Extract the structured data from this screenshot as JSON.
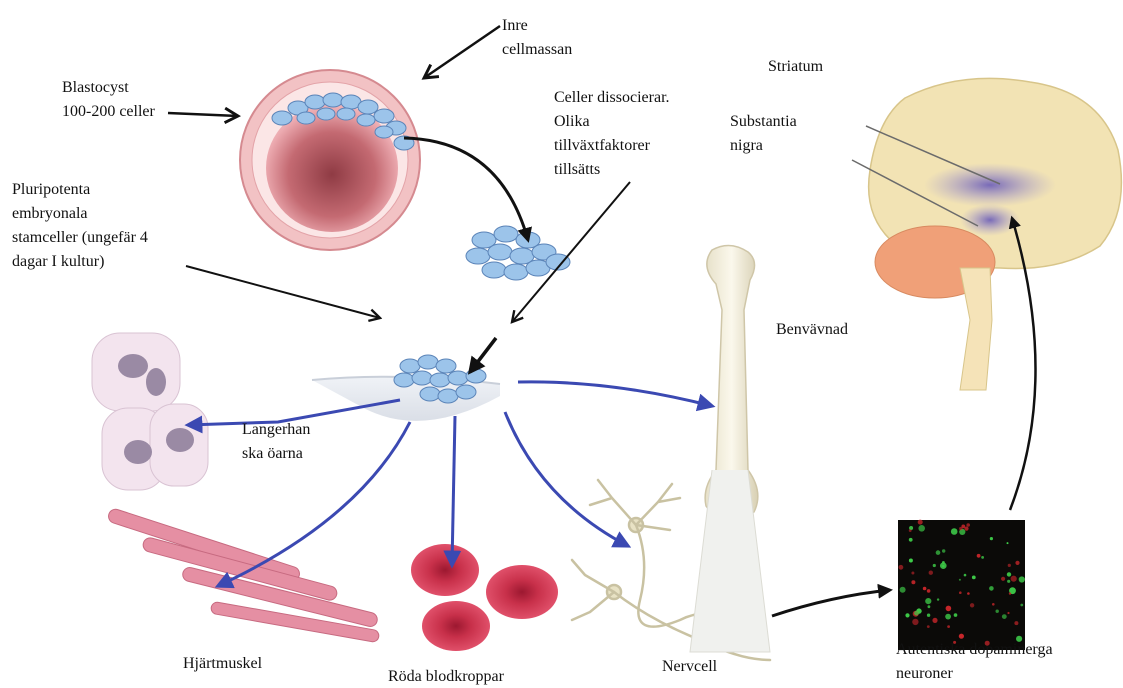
{
  "colors": {
    "blue_arrow": "#3b49b2",
    "black_arrow": "#111111",
    "cell_blue": "#9cc4ea",
    "blastocyst_pink": "#e79aa0",
    "blood_red": "#d93a56",
    "muscle_pink": "#e58fa3",
    "brain_yellow": "#f1e2b0",
    "cerebellum_orange": "#f0a078",
    "striatum_purple": "#8a7cc8"
  },
  "labels": {
    "inre_cellmassan": [
      "Inre",
      "cellmassan"
    ],
    "blastocyst": [
      "Blastocyst",
      "100-200 celler"
    ],
    "celler_dissocierar": [
      "Celler dissocierar.",
      "Olika",
      "tillväxtfaktorer",
      "tillsätts"
    ],
    "pluripotenta": [
      "Pluripotenta",
      "embryonala",
      "stamceller (ungefär 4",
      "dagar I kultur)"
    ],
    "striatum": "Striatum",
    "substantia_nigra": [
      "Substantia",
      "nigra"
    ],
    "benvavnad": "Benvävnad",
    "langerhans": [
      "Langerhan",
      "ska öarna"
    ],
    "hjartmuskel": "Hjärtmuskel",
    "roda_blodkroppar": "Röda blodkroppar",
    "nervcell": "Nervcell",
    "dopaminerga": [
      "Autentiska dopaminerga",
      "neuroner"
    ]
  }
}
